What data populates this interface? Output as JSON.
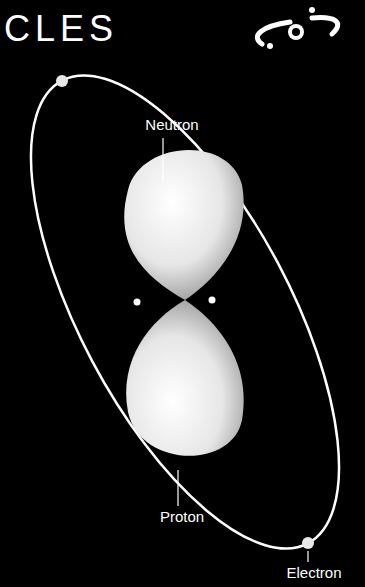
{
  "diagram": {
    "title": "CLES",
    "labels": [
      "Neutron",
      "Proton",
      "Electron"
    ]
  }
}
